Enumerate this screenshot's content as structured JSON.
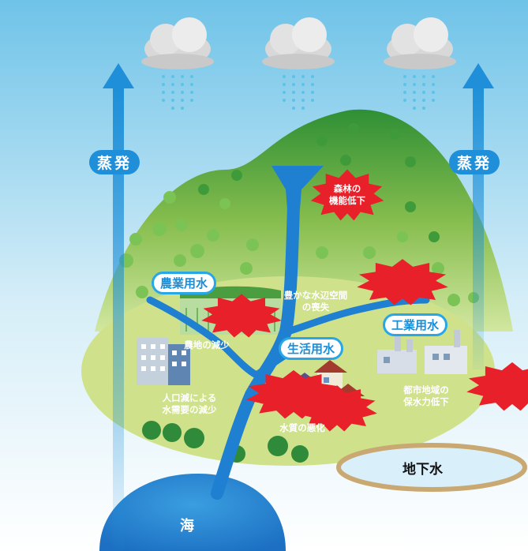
{
  "labels": {
    "evaporation_left": "蒸発",
    "evaporation_right": "蒸発",
    "agricultural_water": "農業用水",
    "domestic_water": "生活用水",
    "industrial_water": "工業用水",
    "groundwater": "地下水",
    "sea": "海"
  },
  "issues": {
    "forest": [
      "森林の",
      "機能低下"
    ],
    "waterside": [
      "豊かな水辺空間",
      "の喪失"
    ],
    "farmland": [
      "農地の減少"
    ],
    "population": [
      "人口減による",
      "水需要の減少"
    ],
    "water_quality": [
      "水質の悪化"
    ],
    "urban": [
      "都市地域の",
      "保水力低下"
    ]
  },
  "colors": {
    "sky_top": "#6fc3e8",
    "river": "#1f7fd0",
    "hill_dark": "#3e9a3e",
    "hill_light": "#c6df84",
    "burst": "#e8202a",
    "label_border": "#29a6e6"
  }
}
